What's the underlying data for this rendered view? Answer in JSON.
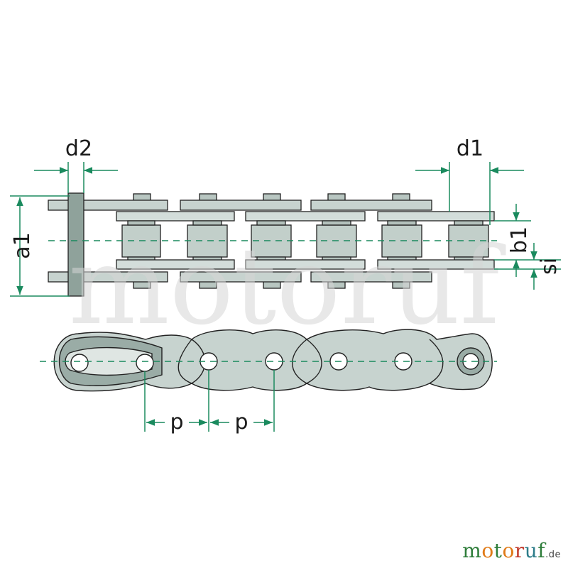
{
  "labels": {
    "d2": "d2",
    "d1": "d1",
    "a1": "a1",
    "b1": "b1",
    "si": "si",
    "p1": "p",
    "p2": "p"
  },
  "watermark": "motoruf",
  "logo": {
    "letters": [
      "m",
      "o",
      "t",
      "o",
      "r",
      "u",
      "f"
    ],
    "letter_colors": [
      "#2e7d3a",
      "#e07b18",
      "#2e7d3a",
      "#e07b18",
      "#c0392b",
      "#2e7d8a",
      "#2e7d3a"
    ],
    "tld": ".de"
  },
  "colors": {
    "plate": "#c7d3cf",
    "plate_dark": "#9aaca6",
    "roller": "#c2cfca",
    "dimension": "#1a8a5e",
    "outline": "#222222"
  }
}
